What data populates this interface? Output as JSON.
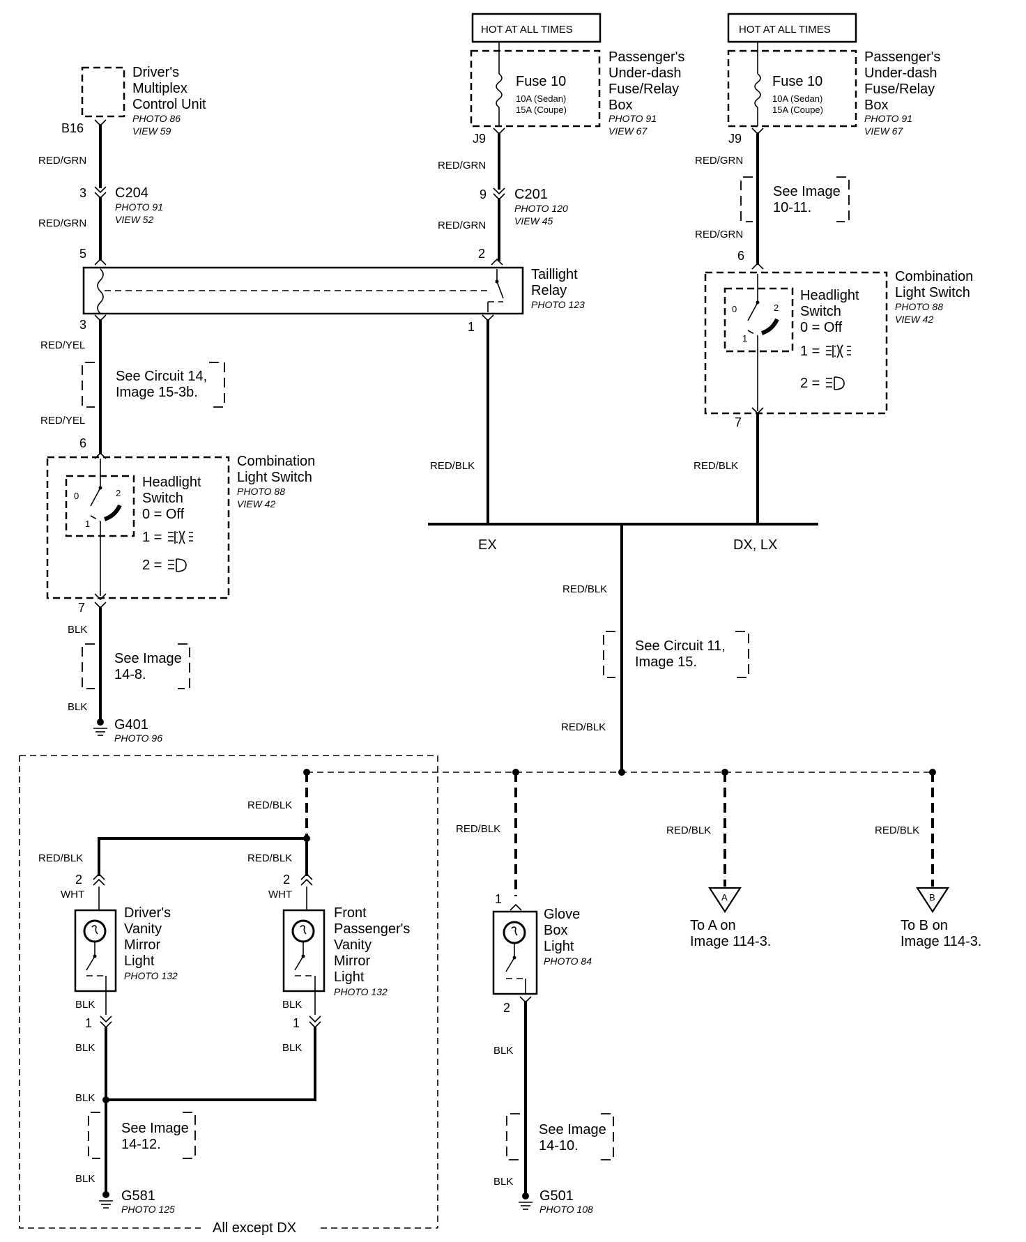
{
  "hot_labels": [
    "HOT AT ALL TIMES",
    "HOT AT ALL TIMES"
  ],
  "fuse_box_left": {
    "fuse": "Fuse 10",
    "rating_sedan": "10A (Sedan)",
    "rating_coupe": "15A (Coupe)",
    "name_lines": [
      "Passenger's",
      "Under-dash",
      "Fuse/Relay",
      "Box"
    ],
    "photo": "PHOTO 91",
    "view": "VIEW 67",
    "pin": "J9"
  },
  "fuse_box_right": {
    "fuse": "Fuse 10",
    "rating_sedan": "10A (Sedan)",
    "rating_coupe": "15A (Coupe)",
    "name_lines": [
      "Passenger's",
      "Under-dash",
      "Fuse/Relay",
      "Box"
    ],
    "photo": "PHOTO 91",
    "view": "VIEW 67",
    "pin": "J9"
  },
  "multiplex": {
    "name_lines": [
      "Driver's",
      "Multiplex",
      "Control Unit"
    ],
    "photo": "PHOTO 86",
    "view": "VIEW 59",
    "pin": "B16"
  },
  "connectors": {
    "c204": {
      "pin": "3",
      "name": "C204",
      "photo": "PHOTO 91",
      "view": "VIEW 52"
    },
    "c201": {
      "pin": "9",
      "name": "C201",
      "photo": "PHOTO 120",
      "view": "VIEW 45"
    }
  },
  "relay": {
    "name_lines": [
      "Taillight",
      "Relay"
    ],
    "photo": "PHOTO 123",
    "pin_left_top": "5",
    "pin_left_bottom": "3",
    "pin_right_top": "2",
    "pin_right_bottom": "1"
  },
  "switch_left": {
    "name_lines": [
      "Combination",
      "Light Switch"
    ],
    "photo": "PHOTO 88",
    "view": "VIEW 42",
    "sub_lines": [
      "Headlight",
      "Switch",
      "0 = Off"
    ],
    "pos0": "0",
    "pos1": "1",
    "pos2": "2",
    "legend1": "1 =",
    "legend2": "2 =",
    "pin_in": "6",
    "pin_out": "7"
  },
  "switch_right": {
    "name_lines": [
      "Combination",
      "Light Switch"
    ],
    "photo": "PHOTO 88",
    "view": "VIEW 42",
    "sub_lines": [
      "Headlight",
      "Switch",
      "0 = Off"
    ],
    "pos0": "0",
    "pos1": "1",
    "pos2": "2",
    "legend1": "1 =",
    "legend2": "2 =",
    "pin_in": "6",
    "pin_out": "7"
  },
  "notes": {
    "circuit14": [
      "See Circuit 14,",
      "Image 15-3b."
    ],
    "image_10_11": [
      "See Image",
      "10-11."
    ],
    "image_14_8": [
      "See Image",
      "14-8."
    ],
    "circuit11": [
      "See Circuit 11,",
      "Image 15."
    ],
    "image_14_12": [
      "See Image",
      "14-12."
    ],
    "image_14_10": [
      "See Image",
      "14-10."
    ]
  },
  "wires": {
    "red_grn": "RED/GRN",
    "red_yel": "RED/YEL",
    "red_blk": "RED/BLK",
    "blk": "BLK",
    "wht": "WHT"
  },
  "branches": {
    "ex": "EX",
    "dx_lx": "DX, LX"
  },
  "grounds": {
    "g401": {
      "name": "G401",
      "photo": "PHOTO 96"
    },
    "g581": {
      "name": "G581",
      "photo": "PHOTO 125"
    },
    "g501": {
      "name": "G501",
      "photo": "PHOTO 108"
    }
  },
  "lights": {
    "driver_vanity": {
      "name_lines": [
        "Driver's",
        "Vanity",
        "Mirror",
        "Light"
      ],
      "photo": "PHOTO 132",
      "pin_top": "2",
      "pin_bottom": "1"
    },
    "pass_vanity": {
      "name_lines": [
        "Front",
        "Passenger's",
        "Vanity",
        "Mirror",
        "Light"
      ],
      "photo": "PHOTO 132",
      "pin_top": "2",
      "pin_bottom": "1"
    },
    "glove_box": {
      "name_lines": [
        "Glove",
        "Box",
        "Light"
      ],
      "photo": "PHOTO 84",
      "pin_top": "1",
      "pin_bottom": "2"
    }
  },
  "off_page": {
    "a": {
      "letter": "A",
      "lines": [
        "To A on",
        "Image 114-3."
      ]
    },
    "b": {
      "letter": "B",
      "lines": [
        "To B on",
        "Image 114-3."
      ]
    }
  },
  "region_label": "All except DX"
}
